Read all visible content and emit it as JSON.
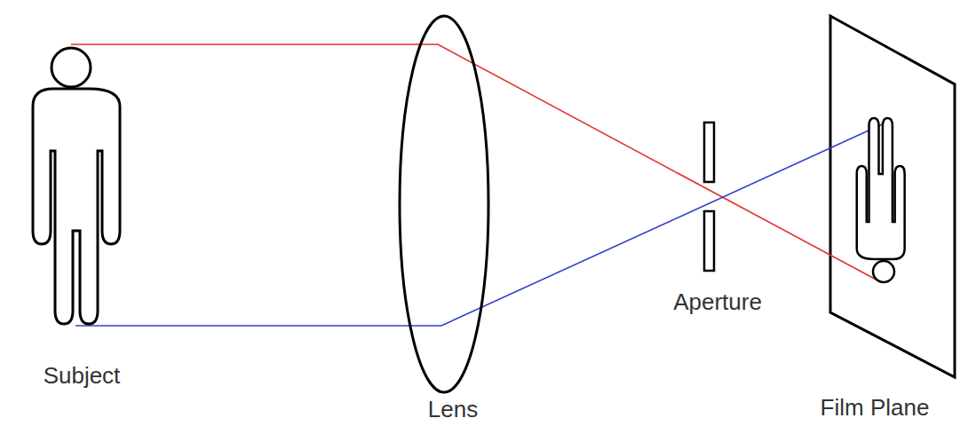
{
  "diagram": {
    "labels": [
      "Subject",
      "Lens",
      "Aperture",
      "Film Plane"
    ]
  }
}
